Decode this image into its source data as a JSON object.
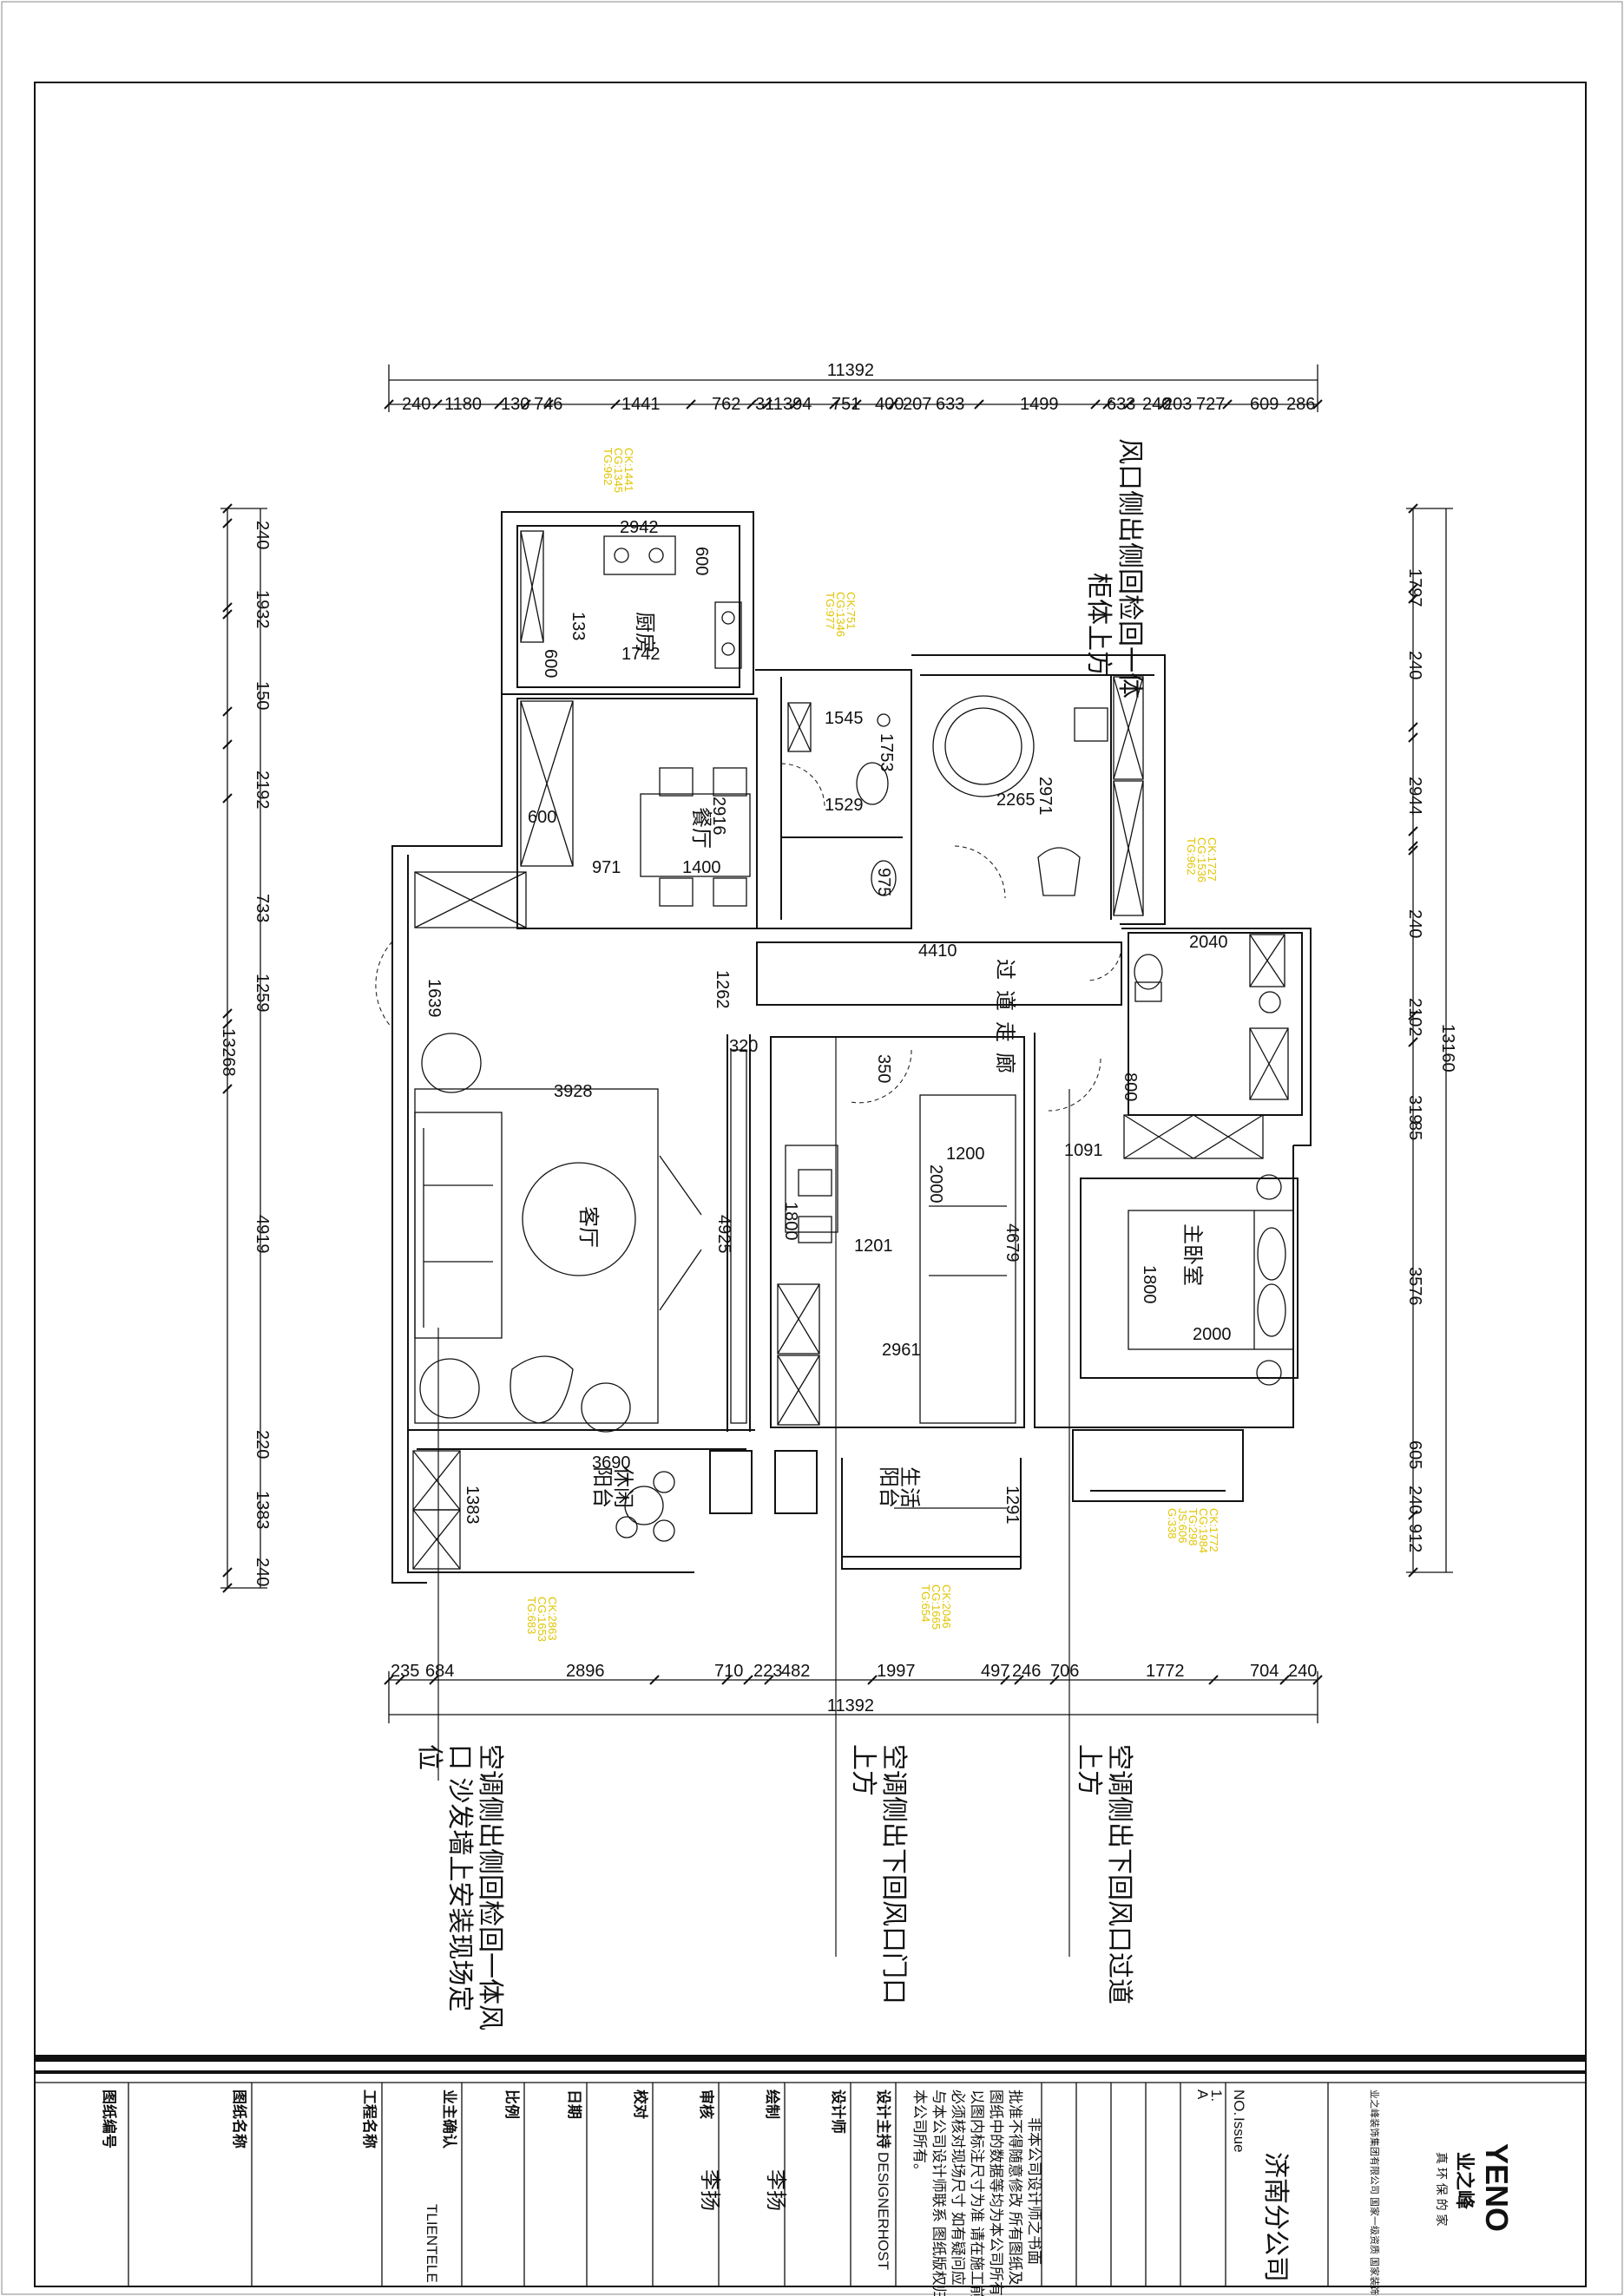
{
  "top": {
    "total": "11392",
    "segments": [
      "240",
      "1180",
      "130",
      "746",
      "1441",
      "762",
      "311",
      "394",
      "751",
      "400",
      "207",
      "633",
      "1499",
      "633",
      "240",
      "203",
      "727",
      "609",
      "286"
    ]
  },
  "bottom": {
    "total": "11392",
    "segments": [
      "235",
      "684",
      "2896",
      "710",
      "223",
      "482",
      "1997",
      "497",
      "246",
      "706",
      "1772",
      "704",
      "240"
    ]
  },
  "left": {
    "total": "13268",
    "segments": [
      "240",
      "1932",
      "150",
      "2192",
      "733",
      "1259",
      "4919",
      "220",
      "1383",
      "240"
    ]
  },
  "right": {
    "total": "13160",
    "segments": [
      "1797",
      "240",
      "2944",
      "240",
      "2102",
      "319",
      "85",
      "3576",
      "605",
      "240",
      "912"
    ]
  },
  "rooms": {
    "kitchen": "厨房",
    "dining": "餐厅",
    "living": "客厅",
    "master": "主卧室",
    "corridor": "过道走廊",
    "balcony_leisure_1": "休闲",
    "balcony_leisure_2": "阳台",
    "balcony_life_1": "生活",
    "balcony_life_2": "阳台"
  },
  "inner_dims": [
    "2942",
    "600",
    "1742",
    "133",
    "600",
    "1545",
    "1753",
    "2265",
    "2971",
    "1529",
    "975",
    "2916",
    "1400",
    "971",
    "600",
    "4410",
    "2040",
    "1639",
    "1262",
    "320",
    "350",
    "3928",
    "800",
    "1091",
    "1200",
    "2000",
    "4679",
    "1800",
    "1201",
    "4925",
    "1800",
    "2000",
    "2961",
    "3690",
    "1383",
    "1291"
  ],
  "yellow_notes": {
    "n1": [
      "CK:1441",
      "CG:1345",
      "TG:962"
    ],
    "n2": [
      "CK:751",
      "CG:1346",
      "TG:977"
    ],
    "n3": [
      "CK:1727",
      "CG:1536",
      "TG:962"
    ],
    "n4": [
      "CK:1772",
      "CG:1984",
      "TG:298",
      "JS:606",
      "G:338"
    ],
    "n5": [
      "CK:2863",
      "CG:1653",
      "TG:683"
    ],
    "n6": [
      "CK:2046",
      "CG:1665",
      "TG:654"
    ]
  },
  "annotations": {
    "top_right": [
      "风口侧出侧回检回一体",
      "柜体上方"
    ],
    "bottom_1": [
      "空调侧出侧回检回一体风",
      "口 沙发墙上安装现场定",
      "位"
    ],
    "bottom_2": [
      "空调侧出下回风口门口",
      "上方"
    ],
    "bottom_3": [
      "空调侧出下回风口过道",
      "上方"
    ]
  },
  "titleblock": {
    "brand": "YENO",
    "brand_cn": "业之峰",
    "brand_sub": "真 环 保 的 家",
    "brand_small": "业之峰装饰集团有限公司 国家一级资质 国家装饰设计甲级",
    "company": "济南分公司",
    "no_label": "NO.",
    "issue_label": "Issue",
    "row1": "1.",
    "row2": "A",
    "disclaimer": [
      "非本公司设计师之书面",
      "批准不得随意修改 所有图纸及",
      "图纸中的数据等均为本公司所有",
      "以图内标注尺寸为准 请在施工前",
      "必须核对现场尺寸 如有疑问应",
      "与本公司设计师联系 图纸版权归",
      "本公司所有。"
    ],
    "design_director_label": "设计主持",
    "design_director": "DESIGNERHOST",
    "designer_label": "设计师",
    "designer": "李扬",
    "drafter_label": "绘制",
    "drafter": "李扬",
    "reviewer_label": "审核",
    "checker_label": "校对",
    "date_label": "日期",
    "scale_label": "比例",
    "owner_label": "业主确认",
    "owner": "TLIENTELE",
    "project_label": "工程名称",
    "drawing_name_label": "图纸名称",
    "drawing_no_label": "图纸编号"
  }
}
